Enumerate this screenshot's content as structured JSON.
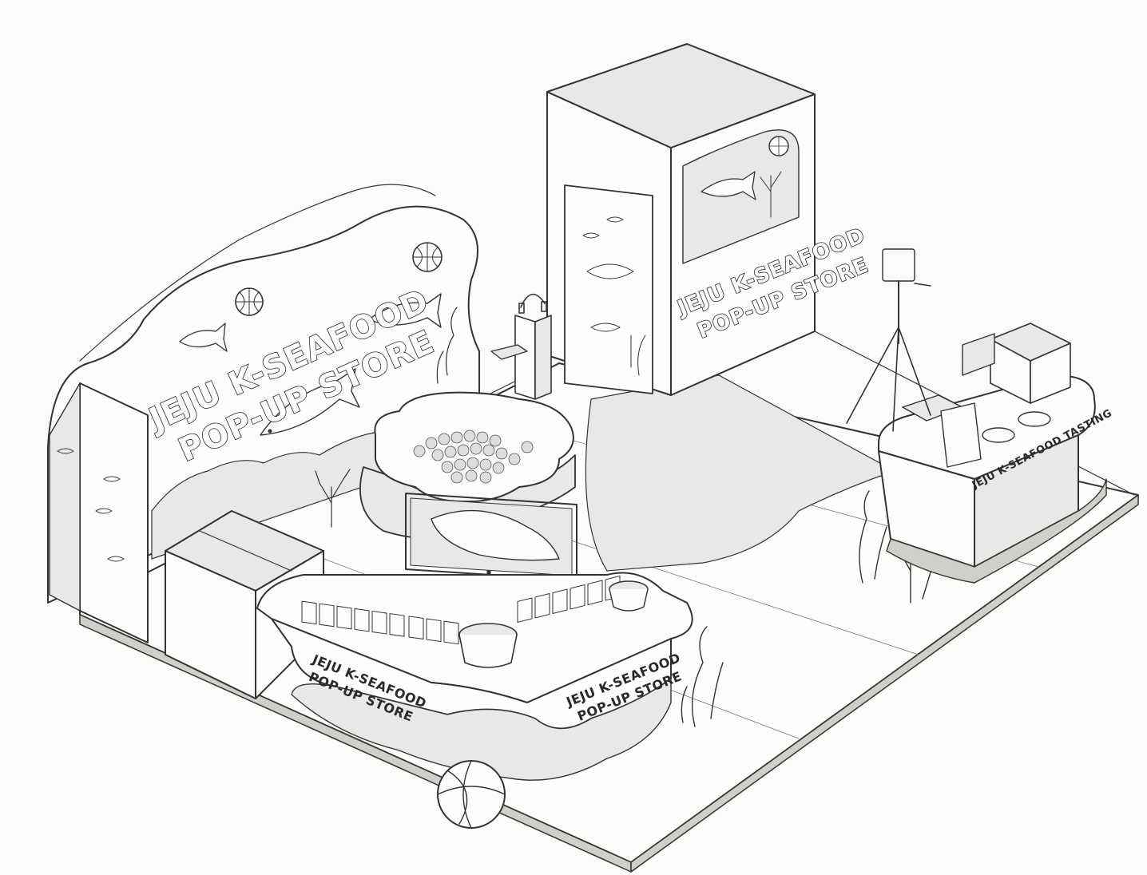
{
  "backdrop_sign": {
    "line1": "JEJU K-SEAFOOD",
    "line2": "POP-UP STORE"
  },
  "tower_sign": {
    "line1": "JEJU K-SEAFOOD",
    "line2": "POP-UP STORE"
  },
  "counter_sign_left": {
    "line1": "JEJU K-SEAFOOD",
    "line2": "POP-UP STORE"
  },
  "counter_sign_right": {
    "line1": "JEJU K-SEAFOOD",
    "line2": "POP-UP STORE"
  },
  "tasting_sign": {
    "text": "JEJU K-SEAFOOD TASTING"
  }
}
